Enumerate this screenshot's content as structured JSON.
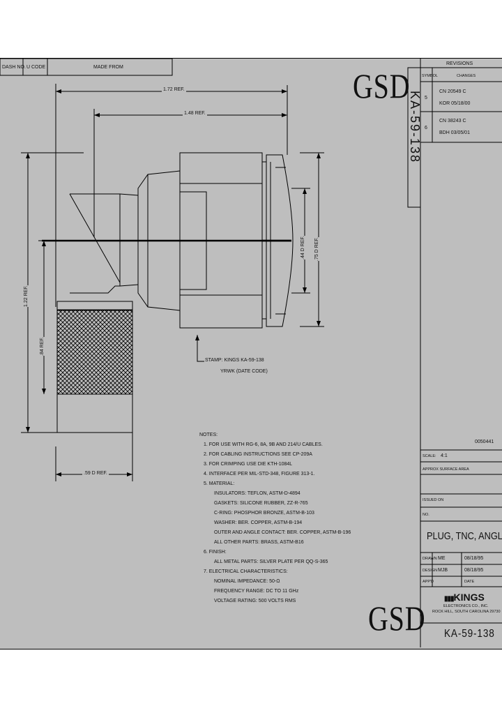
{
  "title_block": {
    "dash_no": "DASH NO.",
    "u_code": "U CODE",
    "made_from": "MADE FROM"
  },
  "revisions": {
    "header": "REVISIONS",
    "col_symbol": "SYMBOL",
    "col_changes": "CHANGES",
    "rows": [
      {
        "symbol": "5",
        "line1": "CN  20549  C",
        "line2": "KOR  05/18/00"
      },
      {
        "symbol": "6",
        "line1": "CN  38243  C",
        "line2": "BDH  03/05/01"
      }
    ]
  },
  "part_vertical": "KA-59-138",
  "gsd_top": "GSD",
  "gsd_bottom": "GSD",
  "dimensions": {
    "ref_172": "1.72 REF.",
    "ref_148": "1.48 REF.",
    "ref_122": "1.22 REF.",
    "ref_84": ".84 REF.",
    "ref_59": ".59 D REF.",
    "ref_44": ".44 D REF.",
    "ref_75": ".75 D REF."
  },
  "stamp": {
    "line1": "STAMP: KINGS KA-59-138",
    "line2": "YRWK (DATE CODE)"
  },
  "notes": {
    "heading": "NOTES:",
    "items": [
      "1. FOR USE WITH RG-6, 8A, 9B AND 214/U CABLES.",
      "2. FOR CABLING INSTRUCTIONS SEE CP-209A",
      "3. FOR CRIMPING USE DIE KTH-1084L",
      "4. INTERFACE PER MIL-STD-348, FIGURE 313-1.",
      "5. MATERIAL:",
      "INSULATORS: TEFLON, ASTM-D-4894",
      "GASKETS: SILICONE RUBBER, ZZ-R-765",
      "C-RING: PHOSPHOR BRONZE, ASTM-B-103",
      "WASHER: BER. COPPER, ASTM-B-194",
      "OUTER AND ANGLE CONTACT: BER. COPPER, ASTM-B-196",
      "ALL OTHER PARTS: BRASS, ASTM-B16",
      "6. FINISH:",
      "ALL METAL PARTS: SILVER PLATE PER QQ-S-365",
      "7. ELECTRICAL CHARACTERISTICS:",
      "NOMINAL IMPEDANCE: 50-Ω",
      "FREQUENCY RANGE: DC TO 11 GHz",
      "VOLTAGE RATING: 500 VOLTS RMS"
    ]
  },
  "drawing_code": "0050441",
  "scale_label": "SCALE:",
  "scale_value": "4:1",
  "approx_surface": "APPROX SURFACE AREA",
  "issued": "ISSUED ON",
  "no_label": "NO.",
  "part_title": "PLUG, TNC, ANGLE",
  "drawn_label": "DRAWN",
  "drawn_by": "ME",
  "drawn_date": "08/18/95",
  "design_label": "DESIGN",
  "design_by": "MJB",
  "design_date": "08/18/95",
  "appd_label": "APP'D",
  "date_label": "DATE",
  "company": {
    "logo": "KINGS",
    "line1": "ELECTRONICS CO., INC.",
    "line2": "ROCK HILL, SOUTH CAROLINA 29730"
  },
  "part_number": "KA-59-138"
}
